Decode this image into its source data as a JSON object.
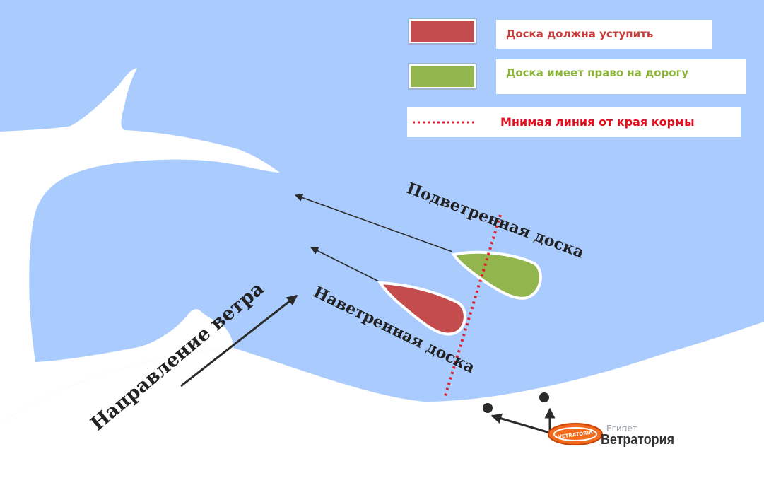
{
  "legend": {
    "give_way": {
      "label": "Доска должна уступить",
      "color": "#c44c4c",
      "text_color": "#c83c3c"
    },
    "right_of_way": {
      "label": "Доска имеет право на дорогу",
      "color": "#93b54e",
      "text_color": "#8cb43a"
    },
    "stern_line": {
      "label": "Мнимая линия от края кормы",
      "color": "#e0202e",
      "text_color": "#e0101e"
    }
  },
  "labels": {
    "leeward_board": "Подветренная доска",
    "windward_board": "Наветренная доска",
    "wind_direction": "Направление ветра"
  },
  "logo": {
    "top_word": "Египет",
    "main_word": "Ветратория",
    "emblem_text": "VETRATORIA"
  },
  "colors": {
    "water": "#aacbfd",
    "land": "#ffffff",
    "arrow": "#2b2b2b"
  }
}
